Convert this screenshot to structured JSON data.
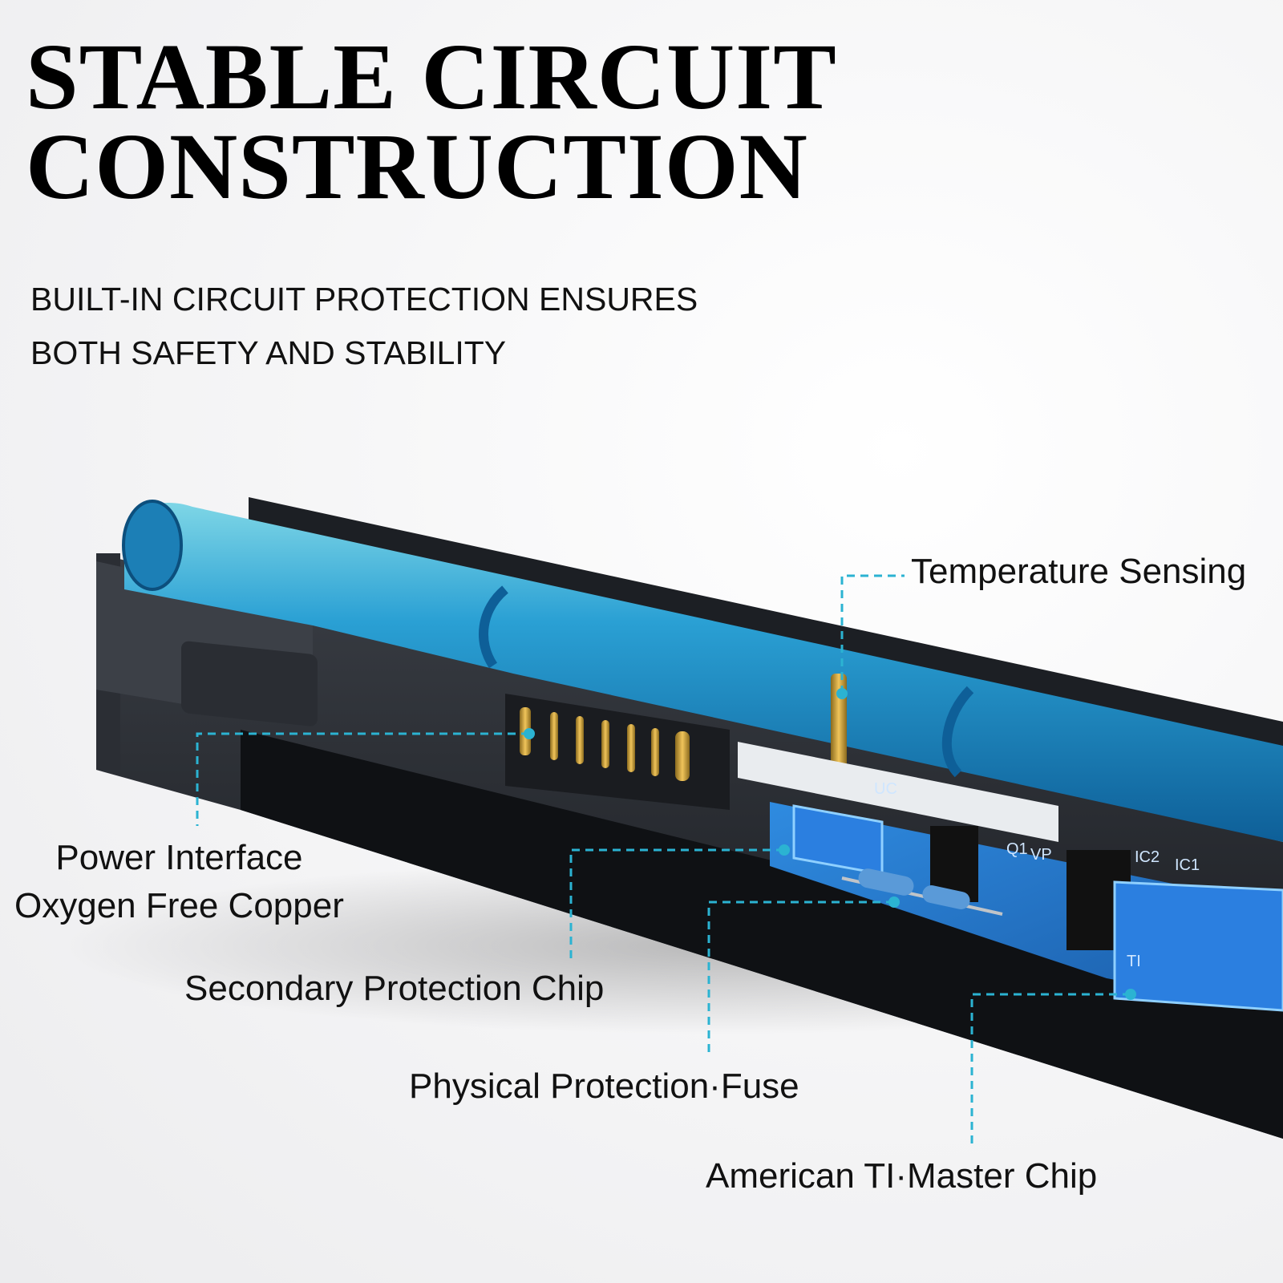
{
  "header": {
    "title_line1": "STABLE CIRCUIT",
    "title_line2": "CONSTRUCTION",
    "subtitle_line1": "BUILT-IN CIRCUIT PROTECTION ENSURES",
    "subtitle_line2": "BOTH SAFETY AND STABILITY"
  },
  "callouts": {
    "temperature": "Temperature Sensing",
    "power_line1": "Power Interface",
    "power_line2": "Oxygen Free Copper",
    "secondary": "Secondary Protection Chip",
    "fuse": "Physical Protection·Fuse",
    "ti_chip": "American TI·Master Chip"
  },
  "board_markings": [
    "UC",
    "Q1",
    "VP",
    "IC2",
    "IC1",
    "TI"
  ],
  "colors": {
    "leader_line": "#2bb3d2",
    "battery_cell": "#1e8cc8",
    "pcb": "#1f6fc8",
    "casing": "#2a2d33"
  }
}
